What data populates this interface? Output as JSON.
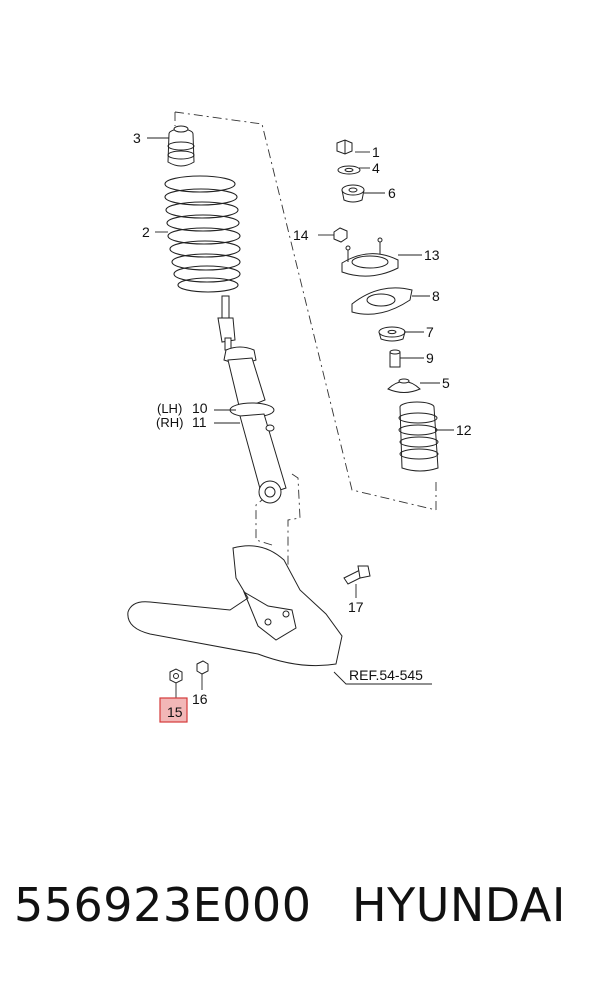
{
  "callouts": {
    "c1": "1",
    "c2": "2",
    "c3": "3",
    "c4": "4",
    "c5": "5",
    "c6": "6",
    "c7": "7",
    "c8": "8",
    "c9": "9",
    "c10": "10",
    "c11": "11",
    "c12": "12",
    "c13": "13",
    "c14": "14",
    "c15": "15",
    "c16": "16",
    "c17": "17",
    "lh": "(LH)",
    "rh": "(RH)"
  },
  "reference": "REF.54-545",
  "highlight_color": "#d43a3a",
  "footer": {
    "part_number": "556923E000",
    "brand": "HYUNDAI"
  }
}
